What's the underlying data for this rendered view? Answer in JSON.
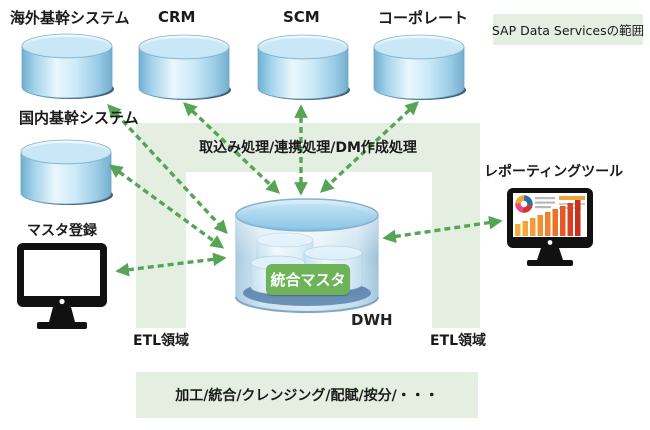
{
  "legend_box": {
    "label": "SAP Data Servicesの範囲"
  },
  "sources": {
    "overseas": {
      "label": "海外基幹システム",
      "icon": "database-cylinder-icon"
    },
    "crm": {
      "label": "CRM",
      "icon": "database-cylinder-icon"
    },
    "scm": {
      "label": "SCM",
      "icon": "database-cylinder-icon"
    },
    "corporate": {
      "label": "コーポレート",
      "icon": "database-cylinder-icon"
    },
    "domestic": {
      "label": "国内基幹システム",
      "icon": "database-cylinder-icon"
    }
  },
  "etl": {
    "processing_label": "取込み処理/連携処理/DM作成処理",
    "left_area_label": "ETL領域",
    "right_area_label": "ETL領域",
    "bottom_band_label": "加工/統合/クレンジング/配賦/按分/・・・"
  },
  "dwh": {
    "label": "DWH",
    "badge_label": "統合マスタ",
    "icon": "glass-cylinder-database-icon"
  },
  "master_registration": {
    "label": "マスタ登録",
    "icon": "desktop-monitor-icon"
  },
  "reporting_tool": {
    "label": "レポーティングツール",
    "icon": "monitor-with-charts-icon"
  },
  "colors": {
    "area_green": "#e4efe2",
    "arrow_green": "#56a556",
    "badge_green": "#6db458",
    "cylinder_blue": "#bfe1f2",
    "dwh_dark_blue": "#2f5f93",
    "monitor_black": "#111111",
    "chart_orange": "#f2a33c",
    "chart_red": "#c92e1e"
  }
}
